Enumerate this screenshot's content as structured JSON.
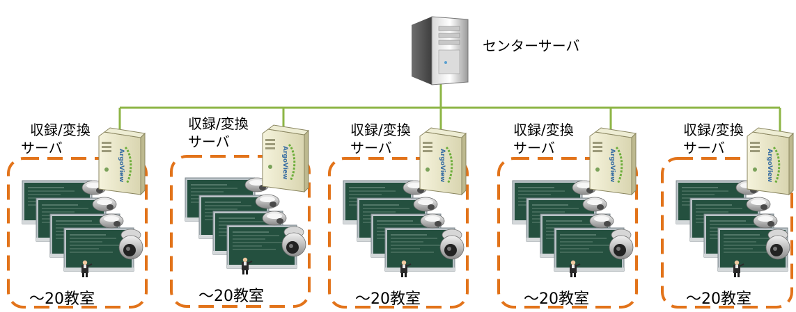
{
  "center_server": {
    "label": "センターサーバ",
    "icon": "tower-server-icon"
  },
  "groups": [
    {
      "server_label_line1": "収録/変換",
      "server_label_line2": "サーバ",
      "room_label": "～20教室"
    },
    {
      "server_label_line1": "収録/変換",
      "server_label_line2": "サーバ",
      "room_label": "～20教室"
    },
    {
      "server_label_line1": "収録/変換",
      "server_label_line2": "サーバ",
      "room_label": "～20教室"
    },
    {
      "server_label_line1": "収録/変換",
      "server_label_line2": "サーバ",
      "room_label": "～20教室"
    },
    {
      "server_label_line1": "収録/変換",
      "server_label_line2": "サーバ",
      "room_label": "～20教室"
    }
  ],
  "server_badge_text": "ArgoView",
  "colors": {
    "network_line": "#8db545",
    "group_border": "#e2731a",
    "blackboard": "#24503f",
    "blackboard_frame": "#b9c2c6",
    "server_body": "#eceacb"
  }
}
